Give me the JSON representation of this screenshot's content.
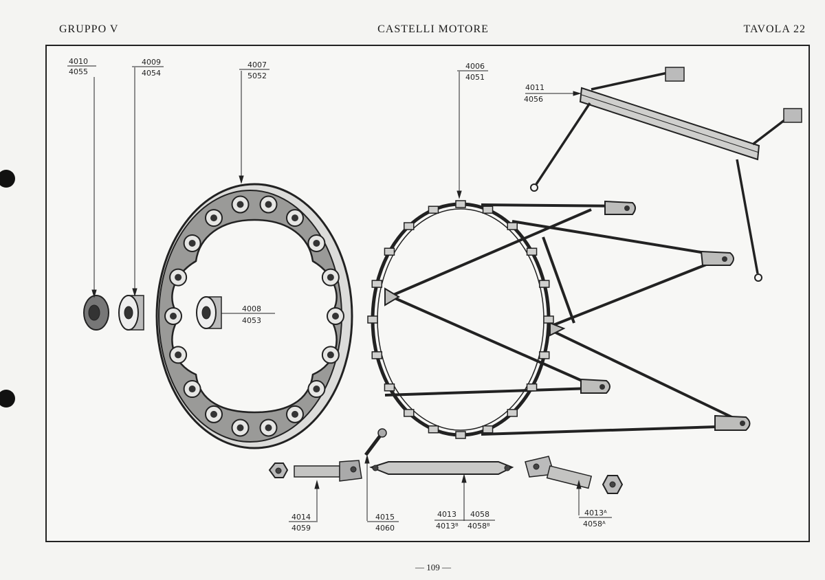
{
  "header": {
    "left": "GRUPPO V",
    "center": "CASTELLI MOTORE",
    "right": "TAVOLA 22"
  },
  "callouts": {
    "c4010": {
      "top": "4010",
      "bottom": "4055"
    },
    "c4009": {
      "top": "4009",
      "bottom": "4054"
    },
    "c4007": {
      "top": "4007",
      "bottom": "5052"
    },
    "c4006": {
      "top": "4006",
      "bottom": "4051"
    },
    "c4011": {
      "top": "4011",
      "bottom": "4056"
    },
    "c4008": {
      "top": "4008",
      "bottom": "4053"
    },
    "c4014": {
      "top": "4014",
      "bottom": "4059"
    },
    "c4015": {
      "top": "4015",
      "bottom": "4060"
    },
    "c4013": {
      "top": "4013",
      "bottom": "4013ᴮ"
    },
    "c4058": {
      "top": "4058",
      "bottom": "4058ᴮ"
    },
    "c4013a": {
      "top": "4013ᴬ",
      "bottom": "4058ᴬ"
    }
  },
  "footer": {
    "page": "— 109 —"
  }
}
